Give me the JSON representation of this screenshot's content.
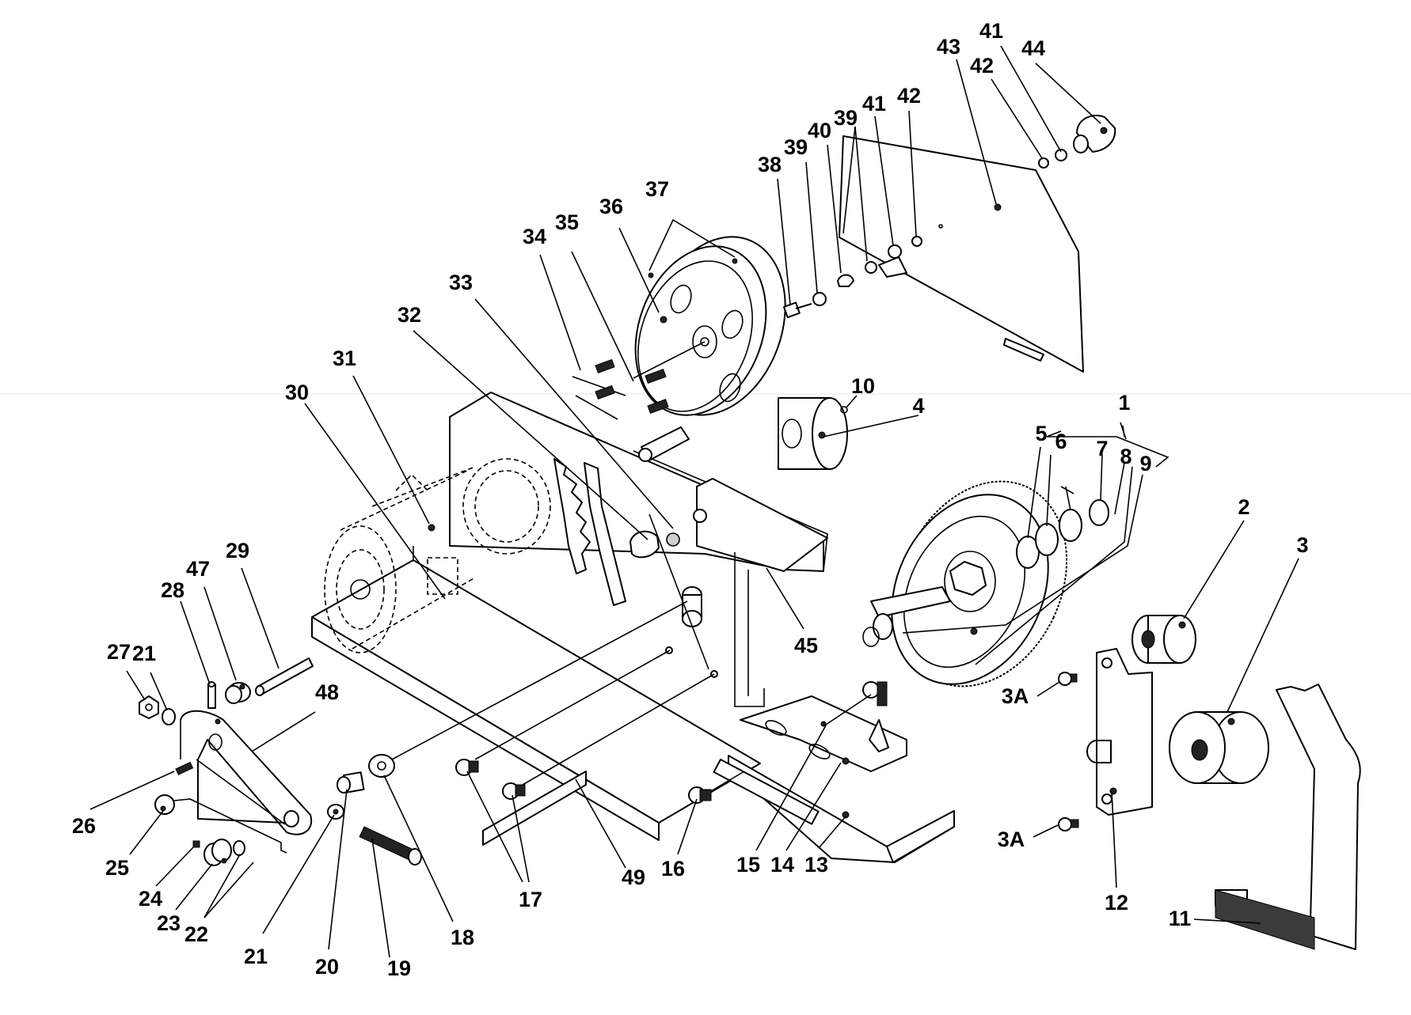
{
  "callouts": [
    {
      "id": "c1",
      "label": "1"
    },
    {
      "id": "c2",
      "label": "2"
    },
    {
      "id": "c3",
      "label": "3"
    },
    {
      "id": "c3a1",
      "label": "3A"
    },
    {
      "id": "c3a2",
      "label": "3A"
    },
    {
      "id": "c4",
      "label": "4"
    },
    {
      "id": "c5",
      "label": "5"
    },
    {
      "id": "c6",
      "label": "6"
    },
    {
      "id": "c7",
      "label": "7"
    },
    {
      "id": "c8",
      "label": "8"
    },
    {
      "id": "c9",
      "label": "9"
    },
    {
      "id": "c10",
      "label": "10"
    },
    {
      "id": "c11",
      "label": "11"
    },
    {
      "id": "c12",
      "label": "12"
    },
    {
      "id": "c13",
      "label": "13"
    },
    {
      "id": "c14",
      "label": "14"
    },
    {
      "id": "c15",
      "label": "15"
    },
    {
      "id": "c16",
      "label": "16"
    },
    {
      "id": "c17",
      "label": "17"
    },
    {
      "id": "c18",
      "label": "18"
    },
    {
      "id": "c19",
      "label": "19"
    },
    {
      "id": "c20",
      "label": "20"
    },
    {
      "id": "c21a",
      "label": "21"
    },
    {
      "id": "c21b",
      "label": "21"
    },
    {
      "id": "c22",
      "label": "22"
    },
    {
      "id": "c23",
      "label": "23"
    },
    {
      "id": "c24",
      "label": "24"
    },
    {
      "id": "c25",
      "label": "25"
    },
    {
      "id": "c26",
      "label": "26"
    },
    {
      "id": "c27",
      "label": "27"
    },
    {
      "id": "c28",
      "label": "28"
    },
    {
      "id": "c29",
      "label": "29"
    },
    {
      "id": "c30",
      "label": "30"
    },
    {
      "id": "c31",
      "label": "31"
    },
    {
      "id": "c32",
      "label": "32"
    },
    {
      "id": "c33",
      "label": "33"
    },
    {
      "id": "c34",
      "label": "34"
    },
    {
      "id": "c35",
      "label": "35"
    },
    {
      "id": "c36",
      "label": "36"
    },
    {
      "id": "c37",
      "label": "37"
    },
    {
      "id": "c38",
      "label": "38"
    },
    {
      "id": "c39a",
      "label": "39"
    },
    {
      "id": "c39b",
      "label": "39"
    },
    {
      "id": "c40",
      "label": "40"
    },
    {
      "id": "c41a",
      "label": "41"
    },
    {
      "id": "c41b",
      "label": "41"
    },
    {
      "id": "c42a",
      "label": "42"
    },
    {
      "id": "c42b",
      "label": "42"
    },
    {
      "id": "c43",
      "label": "43"
    },
    {
      "id": "c44",
      "label": "44"
    },
    {
      "id": "c45",
      "label": "45"
    },
    {
      "id": "c47",
      "label": "47"
    },
    {
      "id": "c48",
      "label": "48"
    },
    {
      "id": "c49",
      "label": "49"
    }
  ]
}
